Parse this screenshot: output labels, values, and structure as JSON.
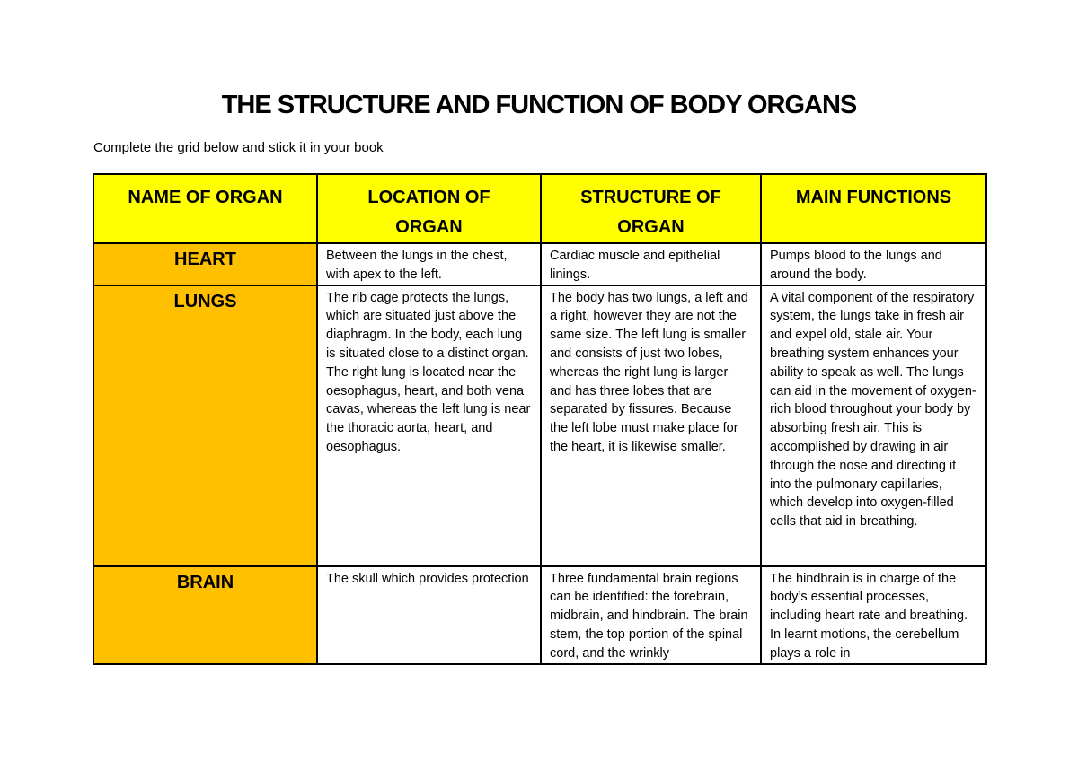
{
  "page": {
    "title": "THE STRUCTURE AND FUNCTION OF BODY ORGANS",
    "subtitle": "Complete the grid below and stick it in your book"
  },
  "colors": {
    "header_bg": "#FFFF00",
    "organ_name_bg": "#FFC000",
    "table_border": "#000000",
    "text": "#000000",
    "page_bg": "#FFFFFF"
  },
  "table": {
    "headers": [
      "NAME OF ORGAN",
      "LOCATION OF\nORGAN",
      "STRUCTURE OF\nORGAN",
      "MAIN FUNCTIONS"
    ],
    "rows": [
      {
        "name": "HEART",
        "location": "Between the lungs in the chest, with apex to the left.",
        "structure": "Cardiac muscle and epithelial linings.",
        "functions": "Pumps blood to the lungs and around the body."
      },
      {
        "name": "LUNGS",
        "location": "The rib cage protects the lungs, which are situated just above the diaphragm. In the body, each lung is situated close to a distinct organ. The right lung is located near the oesophagus, heart, and both vena cavas, whereas the left lung is near the thoracic aorta, heart, and oesophagus.",
        "structure": "The body has two lungs, a left and a right, however they are not the same size. The left lung is smaller and consists of just two lobes, whereas the right lung is larger and has three lobes that are separated by fissures. Because the left lobe must make place for the heart, it is likewise smaller.",
        "functions": "A vital component of the respiratory system, the lungs take in fresh air and expel old, stale air. Your breathing system enhances your ability to speak as well. The lungs can aid in the movement of oxygen-rich blood throughout your body by absorbing fresh air. This is accomplished by drawing in air through the nose and directing it into the pulmonary capillaries, which develop into oxygen-filled cells that aid in breathing."
      },
      {
        "name": "BRAIN",
        "location": "The skull which provides protection",
        "structure": "Three fundamental brain regions can be identified: the forebrain, midbrain, and hindbrain. The brain stem, the top portion of the spinal cord, and the wrinkly",
        "functions": "The hindbrain is in charge of the body’s essential processes, including heart rate and breathing. In learnt motions, the cerebellum plays a role in"
      }
    ]
  }
}
